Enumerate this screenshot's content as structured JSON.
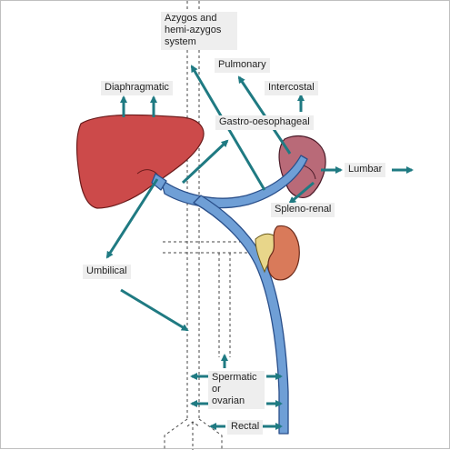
{
  "colors": {
    "arrow": "#1f7a82",
    "vein_fill": "#6f9fd6",
    "vein_stroke": "#2a4f8a",
    "liver_fill": "#cc4a4a",
    "spleen_fill": "#b96a78",
    "kidney_fill": "#d97a5a",
    "adrenal_fill": "#e8d68a",
    "label_bg": "#eeeeee",
    "dashed_line": "#444444"
  },
  "labels": {
    "azygos": [
      "Azygos and",
      "hemi-azygos",
      "system"
    ],
    "pulmonary": "Pulmonary",
    "diaphragmatic": "Diaphragmatic",
    "intercostal": "Intercostal",
    "gastro": "Gastro-oesophageal",
    "lumbar": "Lumbar",
    "splenorenal": "Spleno-renal",
    "umbilical": "Umbilical",
    "spermatic": [
      "Spermatic",
      "or",
      "ovarian"
    ],
    "rectal": "Rectal"
  },
  "icons": {
    "arrows": "straight-arrow-icon",
    "organs": [
      "liver",
      "spleen",
      "kidney",
      "adrenal-gland"
    ]
  }
}
